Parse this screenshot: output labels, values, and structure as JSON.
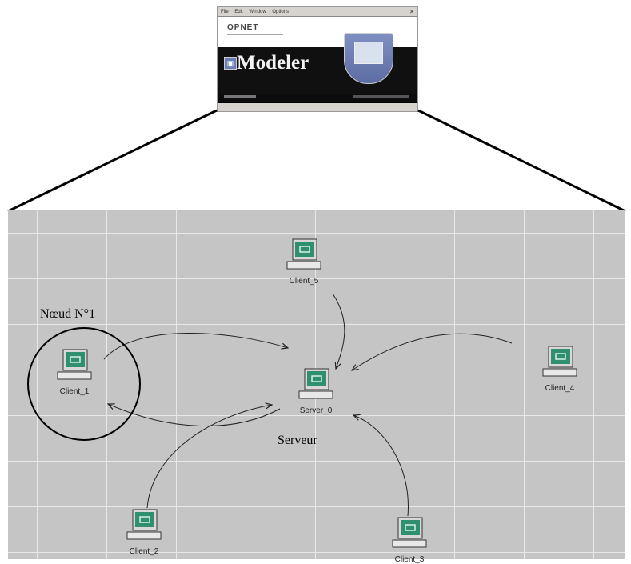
{
  "splash": {
    "menu": [
      "File",
      "Edit",
      "Window",
      "Options"
    ],
    "brand": "OPNET",
    "product": "Modeler",
    "logo_glyph": "▣"
  },
  "nodes": [
    {
      "id": "client5",
      "label": "Client_5"
    },
    {
      "id": "client1",
      "label": "Client_1"
    },
    {
      "id": "client4",
      "label": "Client_4"
    },
    {
      "id": "server0",
      "label": "Server_0"
    },
    {
      "id": "client2",
      "label": "Client_2"
    },
    {
      "id": "client3",
      "label": "Client_3"
    }
  ],
  "annotations": {
    "node_label": "Nœud N°1",
    "server_label": "Serveur"
  },
  "colors": {
    "workspace_bg": "#c5c5c5",
    "screen_green": "#2f8f6f"
  }
}
